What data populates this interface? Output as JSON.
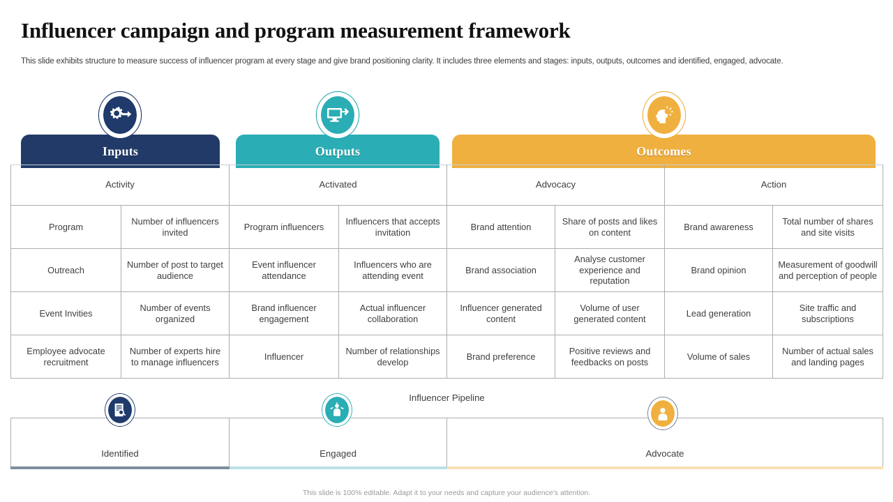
{
  "slide": {
    "title": "Influencer campaign and program measurement framework",
    "subtitle": "This slide exhibits structure to measure success of influencer program at every stage and give brand positioning clarity. It includes three elements and stages: inputs, outputs, outcomes and identified, engaged, advocate.",
    "footer": "This slide is 100% editable. Adapt it to your needs and capture your audience's attention."
  },
  "colors": {
    "inputs": "#213a68",
    "outputs": "#2aadb4",
    "outcomes": "#f0b03f",
    "grid_line": "#adadad",
    "text": "#3f3f3f"
  },
  "bands": [
    {
      "label": "Inputs",
      "icon": "gear-arrow-icon",
      "color": "#213a68"
    },
    {
      "label": "Outputs",
      "icon": "monitor-share-icon",
      "color": "#2aadb4"
    },
    {
      "label": "Outcomes",
      "icon": "head-idea-icon",
      "color": "#f0b03f"
    }
  ],
  "table": {
    "headers": [
      "Activity",
      "Activated",
      "Advocacy",
      "Action"
    ],
    "rows": [
      [
        "Program",
        "Number of influencers invited",
        "Program influencers",
        "Influencers that accepts invitation",
        "Brand attention",
        "Share of posts and likes on content",
        "Brand awareness",
        "Total number of shares and site visits"
      ],
      [
        "Outreach",
        "Number of post to target audience",
        "Event influencer attendance",
        "Influencers who are attending event",
        "Brand association",
        "Analyse customer experience and reputation",
        "Brand opinion",
        "Measurement of goodwill and perception of people"
      ],
      [
        "Event Invities",
        "Number of events organized",
        "Brand influencer engagement",
        "Actual influencer collaboration",
        "Influencer generated content",
        "Volume of user generated content",
        "Lead generation",
        "Site traffic and subscriptions"
      ],
      [
        "Employee advocate recruitment",
        "Number of experts hire to manage influencers",
        "Influencer",
        "Number of relationships develop",
        "Brand preference",
        "Positive reviews and feedbacks on posts",
        "Volume of sales",
        "Number of actual sales and landing pages"
      ]
    ]
  },
  "pipeline": {
    "title": "Influencer Pipeline",
    "stages": [
      {
        "label": "Identified",
        "icon": "document-search-icon",
        "color": "#1f3a6b"
      },
      {
        "label": "Engaged",
        "icon": "person-engage-icon",
        "color": "#2aadb4"
      },
      {
        "label": "Advocate",
        "icon": "person-advocate-icon",
        "color": "#f0b03f"
      }
    ]
  }
}
